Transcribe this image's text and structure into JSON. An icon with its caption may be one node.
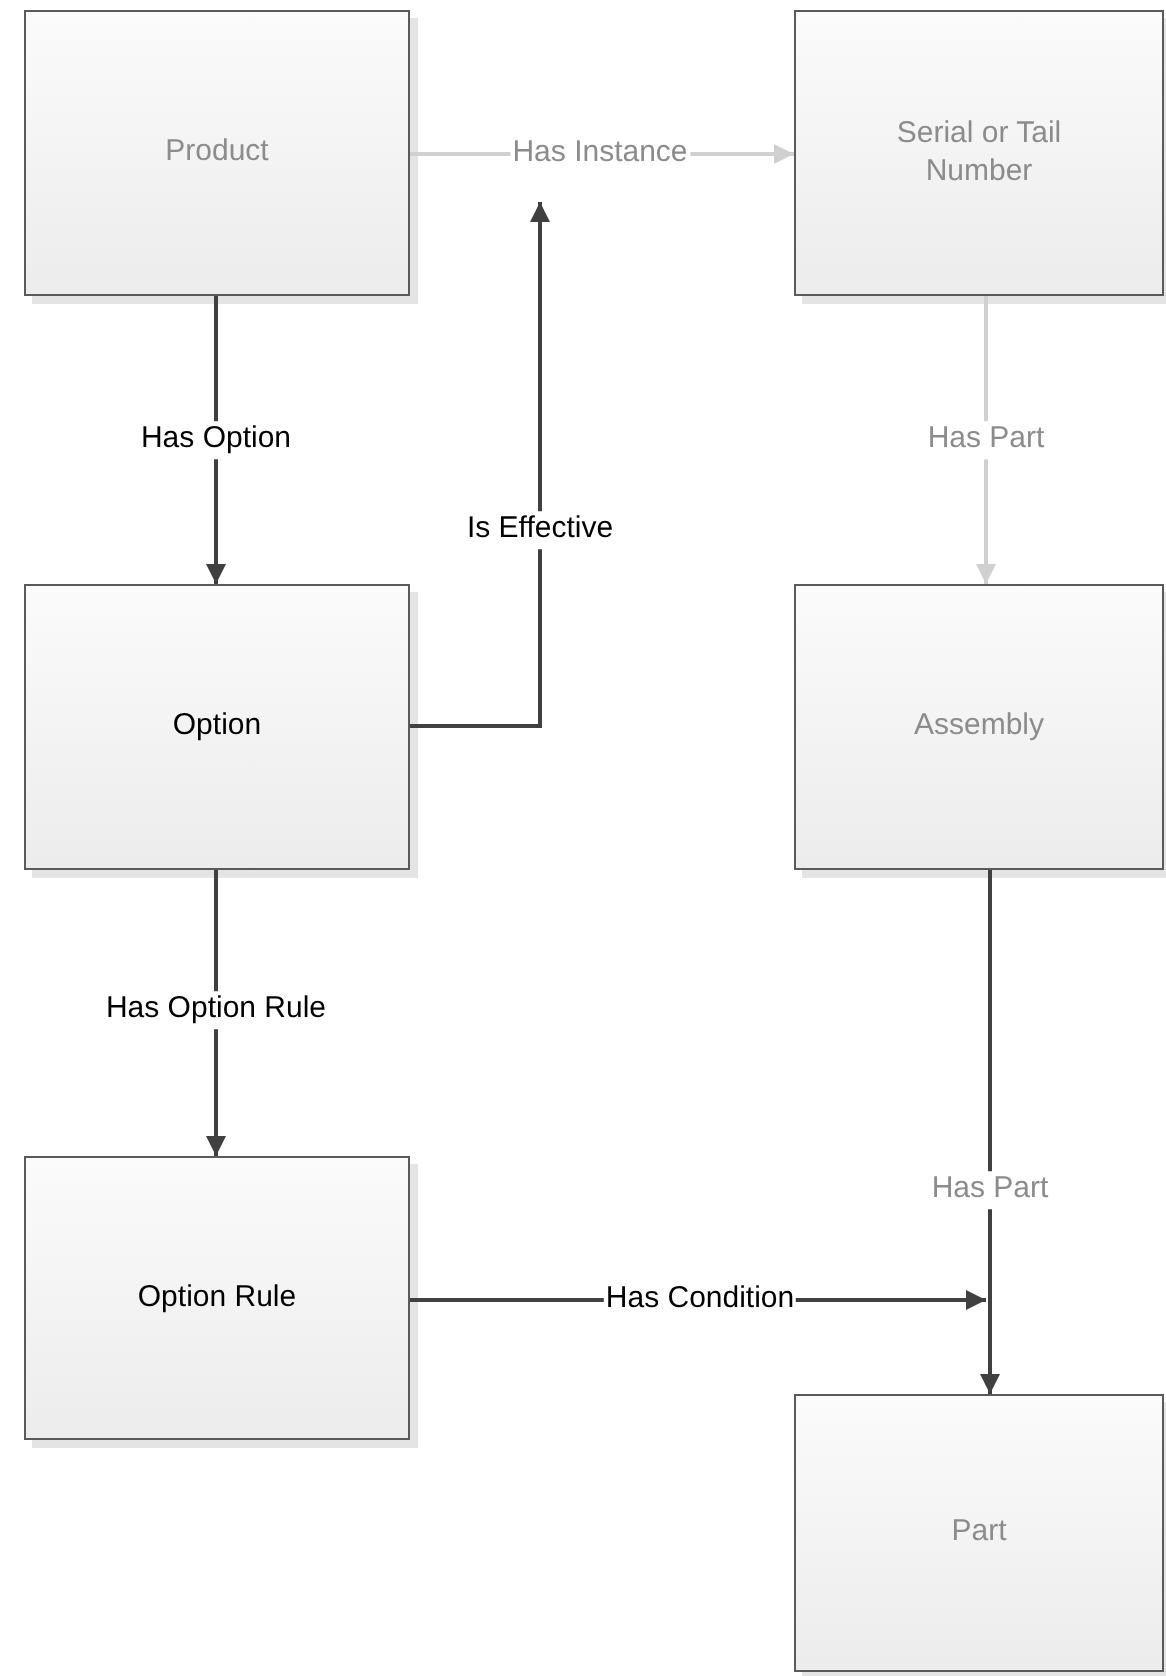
{
  "diagram": {
    "nodes": [
      {
        "text": [
          "Product"
        ]
      },
      {
        "text": [
          "Serial or Tail Number"
        ]
      },
      {
        "text": [
          "Option"
        ]
      },
      {
        "text": [
          "Assembly"
        ]
      },
      {
        "text": [
          "Option Rule"
        ]
      },
      {
        "text": [
          "Part"
        ]
      }
    ],
    "edges": [
      {
        "from": 0,
        "to": 1,
        "arrow": "to",
        "label": "Has Instance",
        "color": "#d0d0d0"
      },
      {
        "from": 0,
        "to": 2,
        "arrow": "to",
        "label": "Has Option"
      },
      {
        "from": 2,
        "to": null,
        "arrow": "to",
        "label": "Is Effective"
      },
      {
        "from": 1,
        "to": 3,
        "arrow": "to",
        "label": "Has Part",
        "color": "#d0d0d0"
      },
      {
        "from": 2,
        "to": 4,
        "arrow": "to",
        "label": "Has Option Rule"
      },
      {
        "from": 3,
        "to": 5,
        "arrow": "to",
        "label": "Has Part"
      },
      {
        "from": 4,
        "to": null,
        "arrow": "to",
        "label": "Has Condition"
      }
    ]
  }
}
